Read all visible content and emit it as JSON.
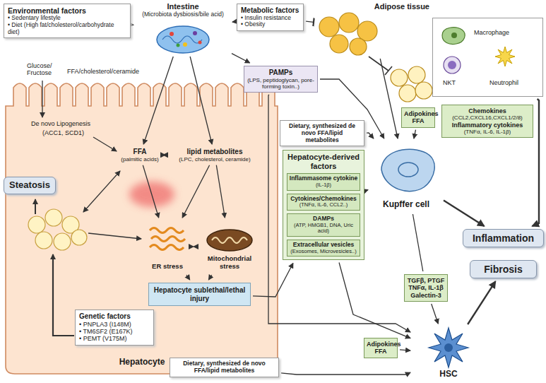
{
  "diagram": {
    "nodes": [
      {
        "text": [
          "Environmental factors",
          "• Sedentary lifestyle",
          "• Diet (High fat/cholesterol/carbohydrate diet)"
        ]
      },
      {
        "text": [
          "Intestine",
          "(Microbiota dysbiosis/bile acid)"
        ]
      },
      {
        "text": [
          "Metabolic factors",
          "• Insulin resistance",
          "• Obesity"
        ]
      },
      {
        "text": [
          "Adipose tissue"
        ]
      },
      {
        "text": [
          "Macrophage",
          "NKT",
          "Neutrophil"
        ]
      },
      {
        "text": [
          "PAMPs",
          "(LPS, peptidoglycan, pore-forming toxin..)"
        ]
      },
      {
        "text": [
          "Hepatocyte"
        ]
      },
      {
        "text": [
          "Steatosis"
        ],
        "in": 6
      },
      {
        "text": [
          "FFA",
          "(palmitic acids)"
        ],
        "in": 6
      },
      {
        "text": [
          "lipid metabolites",
          "(LPC, cholesterol, ceramide)"
        ],
        "in": 6
      },
      {
        "text": [
          "ER stress"
        ],
        "in": 6
      },
      {
        "text": [
          "Mitochondrial stress"
        ],
        "in": 6
      },
      {
        "text": [
          "Hepatocyte sublethal/lethal injury"
        ],
        "in": 6
      },
      {
        "text": [
          "Genetic factors",
          "• PNPLA3 (I148M)",
          "• TM6SF2 (E167K)",
          "• PEMT (V175M)"
        ],
        "in": 6
      },
      {
        "text": [
          "Dietary, synthesized de novo FFA/lipid metabolites"
        ]
      },
      {
        "text": [
          "Adipokines FFA"
        ]
      },
      {
        "text": [
          "Chemokines",
          "(CCL2,CXCL16,CXCL1/2/8)",
          "Inflammatory cytokines",
          "(TNFα, IL-6, IL-1β)"
        ]
      },
      {
        "text": [
          "Kupffer cell"
        ]
      },
      {
        "text": [
          "Hepatocyte-derived factors"
        ]
      },
      {
        "text": [
          "Inflammasome cytokine",
          "(IL-1β)"
        ],
        "in": 18
      },
      {
        "text": [
          "Cytokines/Chemokines",
          "(TNFα, IL-6, CCL2..)"
        ],
        "in": 18
      },
      {
        "text": [
          "DAMPs",
          "(ATP, HMGB1, DNA, Uric acid)"
        ],
        "in": 18
      },
      {
        "text": [
          "Extracellular vesicles",
          "(Exosomes, Microvesicles..)"
        ],
        "in": 18
      },
      {
        "text": [
          "Inflammation"
        ]
      },
      {
        "text": [
          "Fibrosis"
        ]
      },
      {
        "text": [
          "TGFβ, PTGF TNFα, IL-1β Galectin-3"
        ]
      },
      {
        "text": [
          "Adipokines FFA"
        ]
      },
      {
        "text": [
          "Dietary, synthesized de novo FFA/lipid metabolites"
        ]
      },
      {
        "text": [
          "HSC"
        ]
      }
    ],
    "edges": [
      {
        "from": 0,
        "to": 1,
        "arrow": "to"
      },
      {
        "from": 2,
        "to": 1,
        "arrow": "to"
      },
      {
        "from": 2,
        "to": 3,
        "arrow": "to"
      },
      {
        "from": 1,
        "to": 5,
        "arrow": "to"
      },
      {
        "from": 1,
        "to": 8,
        "arrow": "to"
      },
      {
        "from": 1,
        "to": 9,
        "arrow": "to"
      },
      {
        "from": 8,
        "to": 9,
        "arrow": "both"
      },
      {
        "from": 8,
        "to": 10,
        "arrow": "to"
      },
      {
        "from": 9,
        "to": 10,
        "arrow": "to"
      },
      {
        "from": 9,
        "to": 11,
        "arrow": "to"
      },
      {
        "from": 10,
        "to": 11,
        "arrow": "both"
      },
      {
        "from": 10,
        "to": 12,
        "arrow": "to"
      },
      {
        "from": 11,
        "to": 12,
        "arrow": "to"
      },
      {
        "from": 12,
        "to": 18,
        "arrow": "to"
      },
      {
        "from": 5,
        "to": 17,
        "arrow": "to"
      },
      {
        "from": 5,
        "to": 28,
        "arrow": "to"
      },
      {
        "from": 3,
        "to": 17,
        "arrow": "to"
      },
      {
        "from": 14,
        "to": 17,
        "arrow": "to"
      },
      {
        "from": 18,
        "to": 17,
        "arrow": "to"
      },
      {
        "from": 18,
        "to": 28,
        "arrow": "to"
      },
      {
        "from": 17,
        "to": 23,
        "arrow": "to"
      },
      {
        "from": 4,
        "to": 23,
        "arrow": "to"
      },
      {
        "from": 17,
        "to": 25,
        "arrow": "none"
      },
      {
        "from": 25,
        "to": 28,
        "arrow": "to"
      },
      {
        "from": 28,
        "to": 24,
        "arrow": "to"
      },
      {
        "from": 26,
        "to": 28,
        "arrow": "to"
      },
      {
        "from": 27,
        "to": 28,
        "arrow": "to"
      },
      {
        "from": 15,
        "to": 17,
        "arrow": "to"
      }
    ],
    "labels": [
      "Glucose/ Fructose",
      "FFA/cholesterol/ceramide",
      "De novo Lipogenesis",
      "(ACC1, SCD1)"
    ]
  }
}
